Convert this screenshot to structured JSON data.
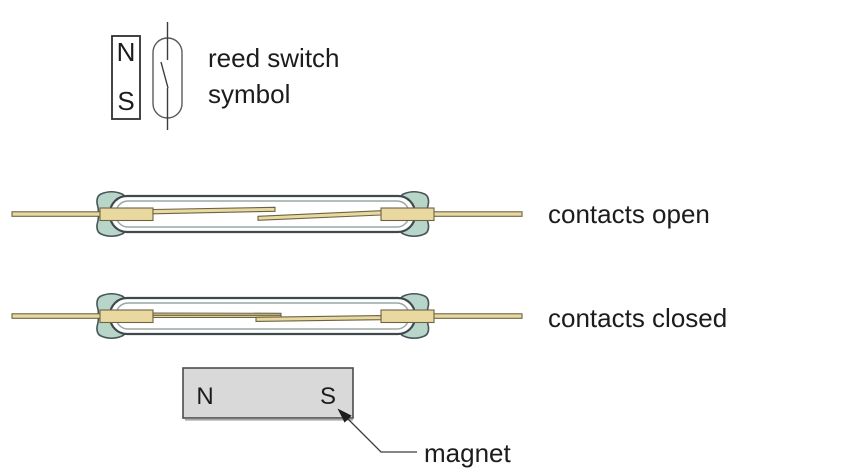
{
  "symbol_section": {
    "north": "N",
    "south": "S",
    "caption_line1": "reed switch",
    "caption_line2": "symbol"
  },
  "open_switch": {
    "caption": "contacts open",
    "state": "open"
  },
  "closed_switch": {
    "caption": "contacts closed",
    "state": "closed"
  },
  "magnet": {
    "north": "N",
    "south": "S",
    "caption": "magnet"
  },
  "colors": {
    "background": "#ffffff",
    "text": "#1c1c1c",
    "outline": "#3c3c3c",
    "glass_outline": "#404a4c",
    "glass_inner_line": "#97a8a6",
    "seal_fill": "#b7d6c9",
    "seal_outline": "#47565a",
    "lead_fill": "#e9d9a0",
    "lead_outline": "#6b6444",
    "magnet_fill": "#d9d9d9",
    "magnet_outline": "#4c4c4c"
  }
}
